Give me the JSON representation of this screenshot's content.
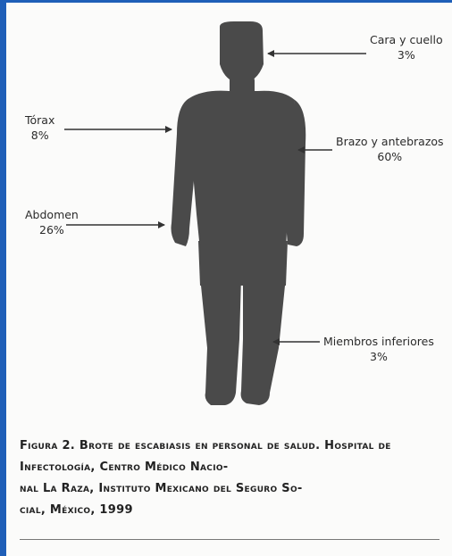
{
  "labels": {
    "face": {
      "name": "Cara y cuello",
      "pct": "3%"
    },
    "thorax": {
      "name": "Tórax",
      "pct": "8%"
    },
    "arms": {
      "name": "Brazo y antebrazos",
      "pct": "60%"
    },
    "abdomen": {
      "name": "Abdomen",
      "pct": "26%"
    },
    "legs": {
      "name": "Miembros inferiores",
      "pct": "3%"
    }
  },
  "caption": "Figura 2. Brote de escabiasis en personal de salud. Hospital de Infectología, Centro Médico Nacio-\nnal La Raza, Instituto Mexicano del Seguro So-\ncial, México, 1999",
  "colors": {
    "silhouette": "#4a4a4a",
    "border": "#1f5fb8",
    "arrow": "#333333"
  }
}
